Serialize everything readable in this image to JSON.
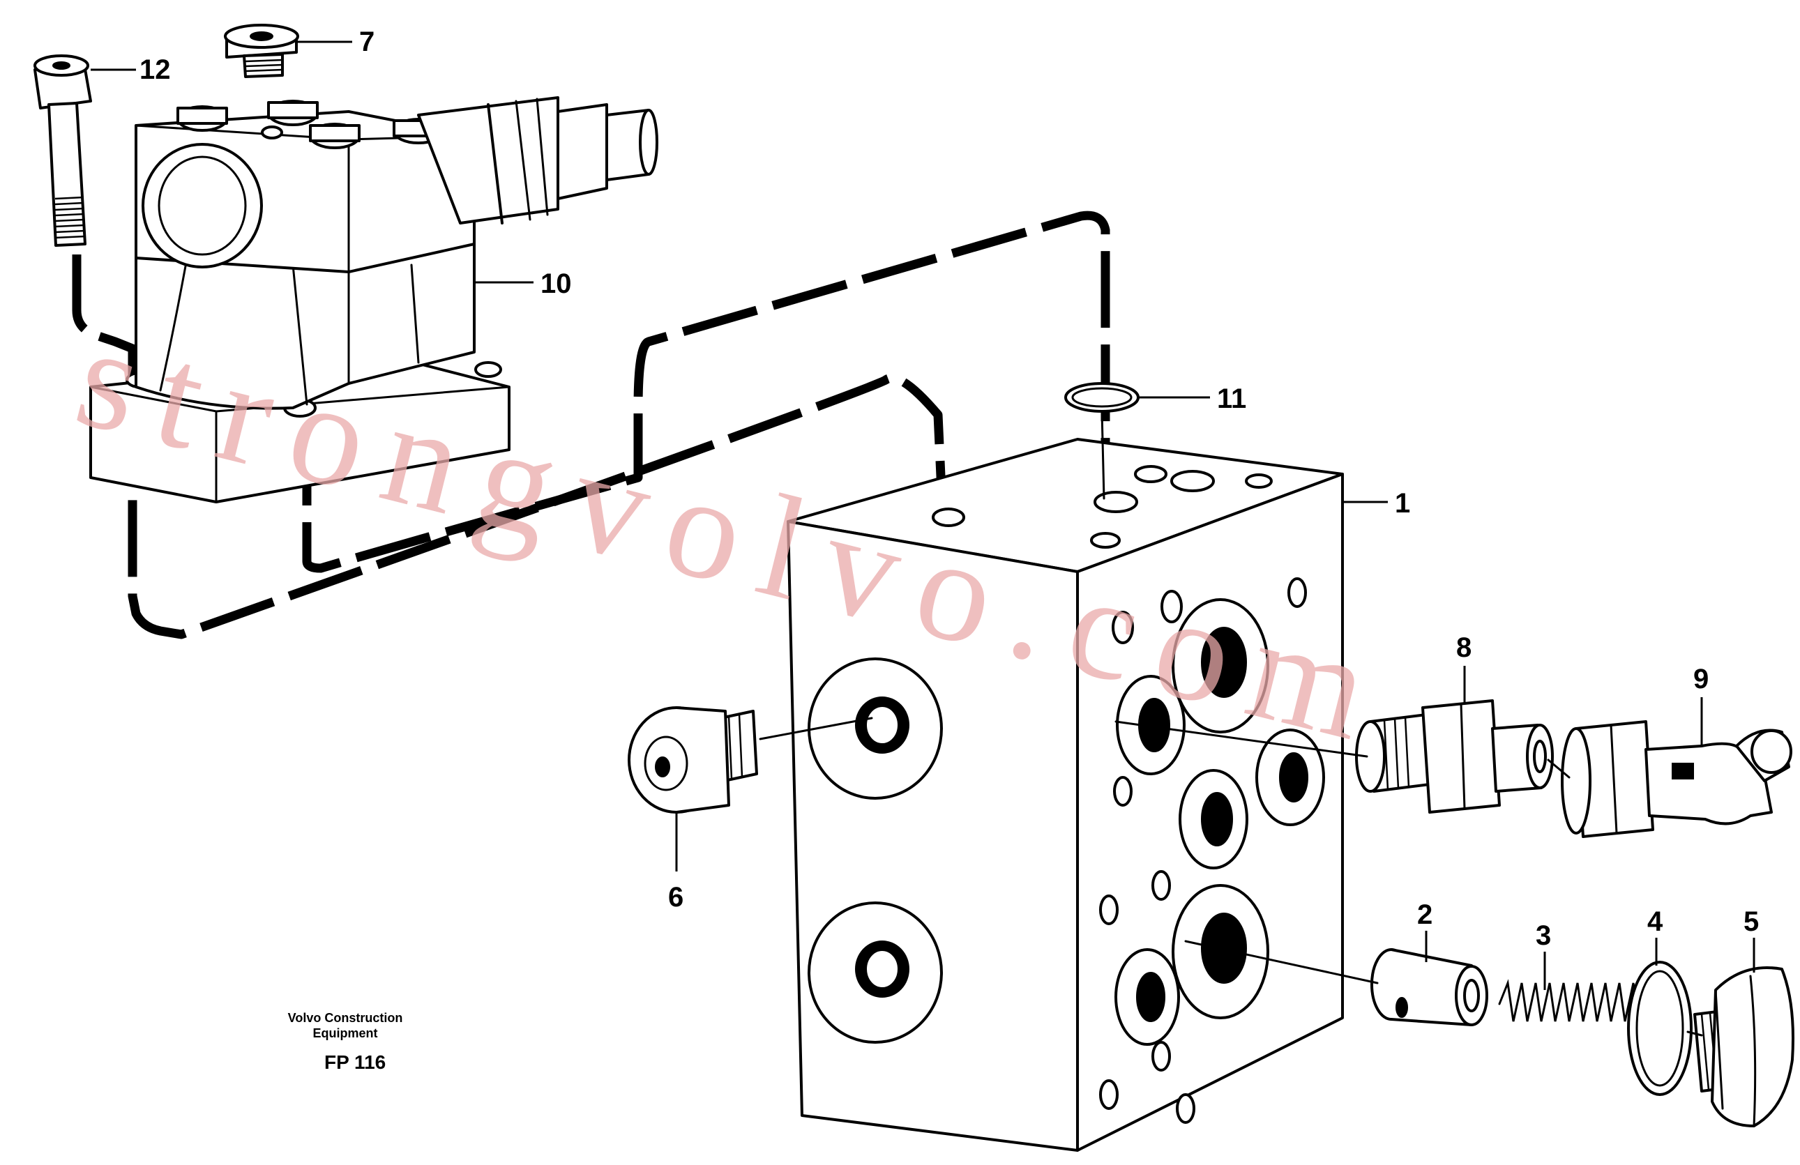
{
  "callouts": [
    "1",
    "2",
    "3",
    "4",
    "5",
    "6",
    "7",
    "8",
    "9",
    "10",
    "11",
    "12"
  ],
  "caption": {
    "brand_line1": "Volvo Construction",
    "brand_line2": "Equipment",
    "figure_code": "FP 116"
  },
  "watermark": "strongvolvo.com",
  "colors": {
    "ink": "#000000",
    "watermark": "#e9a9a9",
    "background": "#ffffff"
  }
}
